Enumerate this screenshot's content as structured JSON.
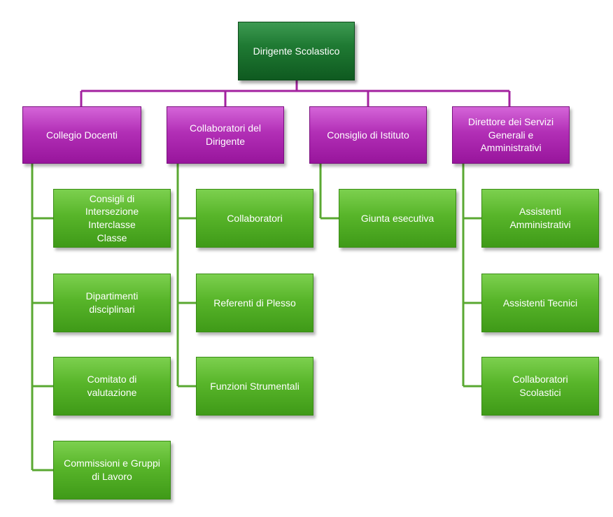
{
  "colors": {
    "connector": "#a3229f",
    "top_box": "#1f7a33",
    "group_box": "#b22fb6",
    "leaf_box": "#58b52a",
    "text": "#ffffff"
  },
  "root": {
    "label": "Dirigente Scolastico"
  },
  "groups": [
    {
      "label": "Collegio Docenti",
      "children": [
        {
          "label": "Consigli di\nIntersezione\nInterclasse\nClasse"
        },
        {
          "label": "Dipartimenti\ndisciplinari"
        },
        {
          "label": "Comitato di\nvalutazione"
        },
        {
          "label": "Commissioni e Gruppi\ndi Lavoro"
        }
      ]
    },
    {
      "label": "Collaboratori del\nDirigente",
      "children": [
        {
          "label": "Collaboratori"
        },
        {
          "label": "Referenti di Plesso"
        },
        {
          "label": "Funzioni Strumentali"
        }
      ]
    },
    {
      "label": "Consiglio di Istituto",
      "children": [
        {
          "label": "Giunta esecutiva"
        }
      ]
    },
    {
      "label": "Direttore dei Servizi\nGenerali e\nAmministrativi",
      "children": [
        {
          "label": "Assistenti\nAmministrativi"
        },
        {
          "label": "Assistenti Tecnici"
        },
        {
          "label": "Collaboratori\nScolastici"
        }
      ]
    }
  ]
}
